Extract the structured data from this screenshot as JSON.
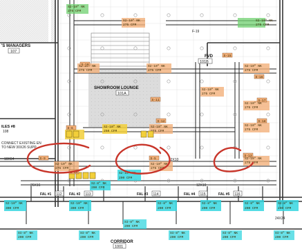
{
  "rooms": {
    "managers_label": "'S MANAGERS",
    "managers_number": "107",
    "showroom_label": "SHOWROOM LOUNGE",
    "showroom_number": "101A",
    "fvd_label": "FVD",
    "fvd_number": "101B",
    "corridor_label": "CORRIDOR",
    "corridor_number": "1001"
  },
  "notes": {
    "connect_line1": "CONNECT EXISTING EN",
    "connect_line2": "TO NEW 30X26 SUPP",
    "left_tag_line1": "ILES #8",
    "left_tag_line2": "108",
    "grid_f19": "F-19",
    "dim_10x64": "10X64",
    "dim_22x10": "22X10",
    "dim_26x16": "26X16",
    "dim_12x10": "12X10",
    "dim_24x24": "24X24"
  },
  "diffuser_tags": {
    "top_left": [
      "S2-10\" NK",
      "275 CFM"
    ],
    "top_mid": [
      "S2-10\" NK",
      "275 CFM"
    ],
    "top_right": [
      "S2-10\" NK",
      "275 CFM"
    ],
    "right_a": [
      "S2-10\" NK",
      "275 CFM"
    ],
    "right_b": [
      "S2-10\" NK",
      "275 CFM"
    ],
    "right_c": [
      "S2-10\" NK",
      "275 CFM"
    ],
    "right_d": [
      "S2-10\" NK",
      "275 CFM"
    ],
    "right_e": [
      "S2-10\" NK",
      "275 CFM"
    ],
    "left_a": [
      "S2-10\" NK",
      "275 CFM"
    ],
    "left_b": [
      "S2-10\" NK",
      "275 CFM"
    ],
    "mid_a": [
      "S2-10\" NK",
      "250 CFM"
    ],
    "mid_b": [
      "S2-10\" NK",
      "275 CFM"
    ],
    "mid_c": [
      "S2-10\" NK",
      "275 CFM"
    ],
    "low_a": [
      "S2-10\" NK",
      "275 CFM"
    ],
    "low_b": [
      "S2-10\" NK",
      "275 CFM"
    ]
  },
  "cyan_tags": {
    "c1": [
      "S2-10\" NK",
      "300 CFM"
    ],
    "c2": [
      "S2-10\" NK",
      "300 CFM"
    ],
    "c3": [
      "S2-10\" NK",
      "200 CFM"
    ],
    "c4": [
      "S2-8\" NK",
      "200 CFM"
    ],
    "c5": [
      "S2-8\" NK",
      "200 CFM"
    ],
    "c6": [
      "S2-8\" NK",
      "200 CFM"
    ],
    "c7": [
      "S2-8\" NK",
      "200 CFM"
    ],
    "c8": [
      "S2-8\" NK",
      "200 CFM"
    ],
    "b1": [
      "SI-8\" NK",
      "200 CFM"
    ],
    "b2": [
      "SI-8\" NK",
      "200 CFM"
    ],
    "b3": [
      "SI-8\" NK",
      "200 CFM"
    ],
    "b4": [
      "SI-8\" NK",
      "200 CFM"
    ],
    "b5": [
      "SI-8\" NK",
      "200 CFM"
    ],
    "b6": [
      "SI-8\" NK",
      "200 CFM"
    ]
  },
  "fitting_rooms": [
    "112",
    "113",
    "114",
    "115",
    "116"
  ],
  "fitting_labels": [
    "FAL #1",
    "FAL #2",
    "FAL #3",
    "FAL #4",
    "FAL #5"
  ],
  "tag_codes": [
    "S-15",
    "S-16",
    "S-17",
    "S-18",
    "S-11",
    "S-10",
    "S-6",
    "S-12",
    "S-13",
    "S-14",
    "S-5",
    "S-9"
  ],
  "colors": {
    "tag_green": "#6fd06f",
    "tag_orange": "#f3b07a",
    "tag_yellow": "#f2cf3a",
    "tag_cyan": "#35d6df",
    "markup_red": "#c8352a",
    "duct": "#222222"
  }
}
